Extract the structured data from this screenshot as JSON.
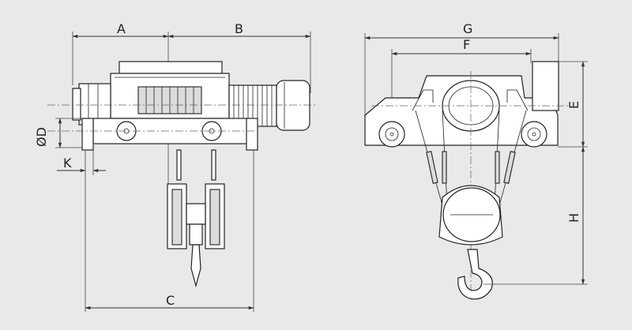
{
  "labels": {
    "A": "A",
    "B": "B",
    "C": "C",
    "D": "ØD",
    "K": "K",
    "G": "G",
    "F": "F",
    "E": "E",
    "H": "H"
  },
  "colors": {
    "background": "#e9e9e9",
    "line": "#222222",
    "fill": "#ffffff"
  }
}
